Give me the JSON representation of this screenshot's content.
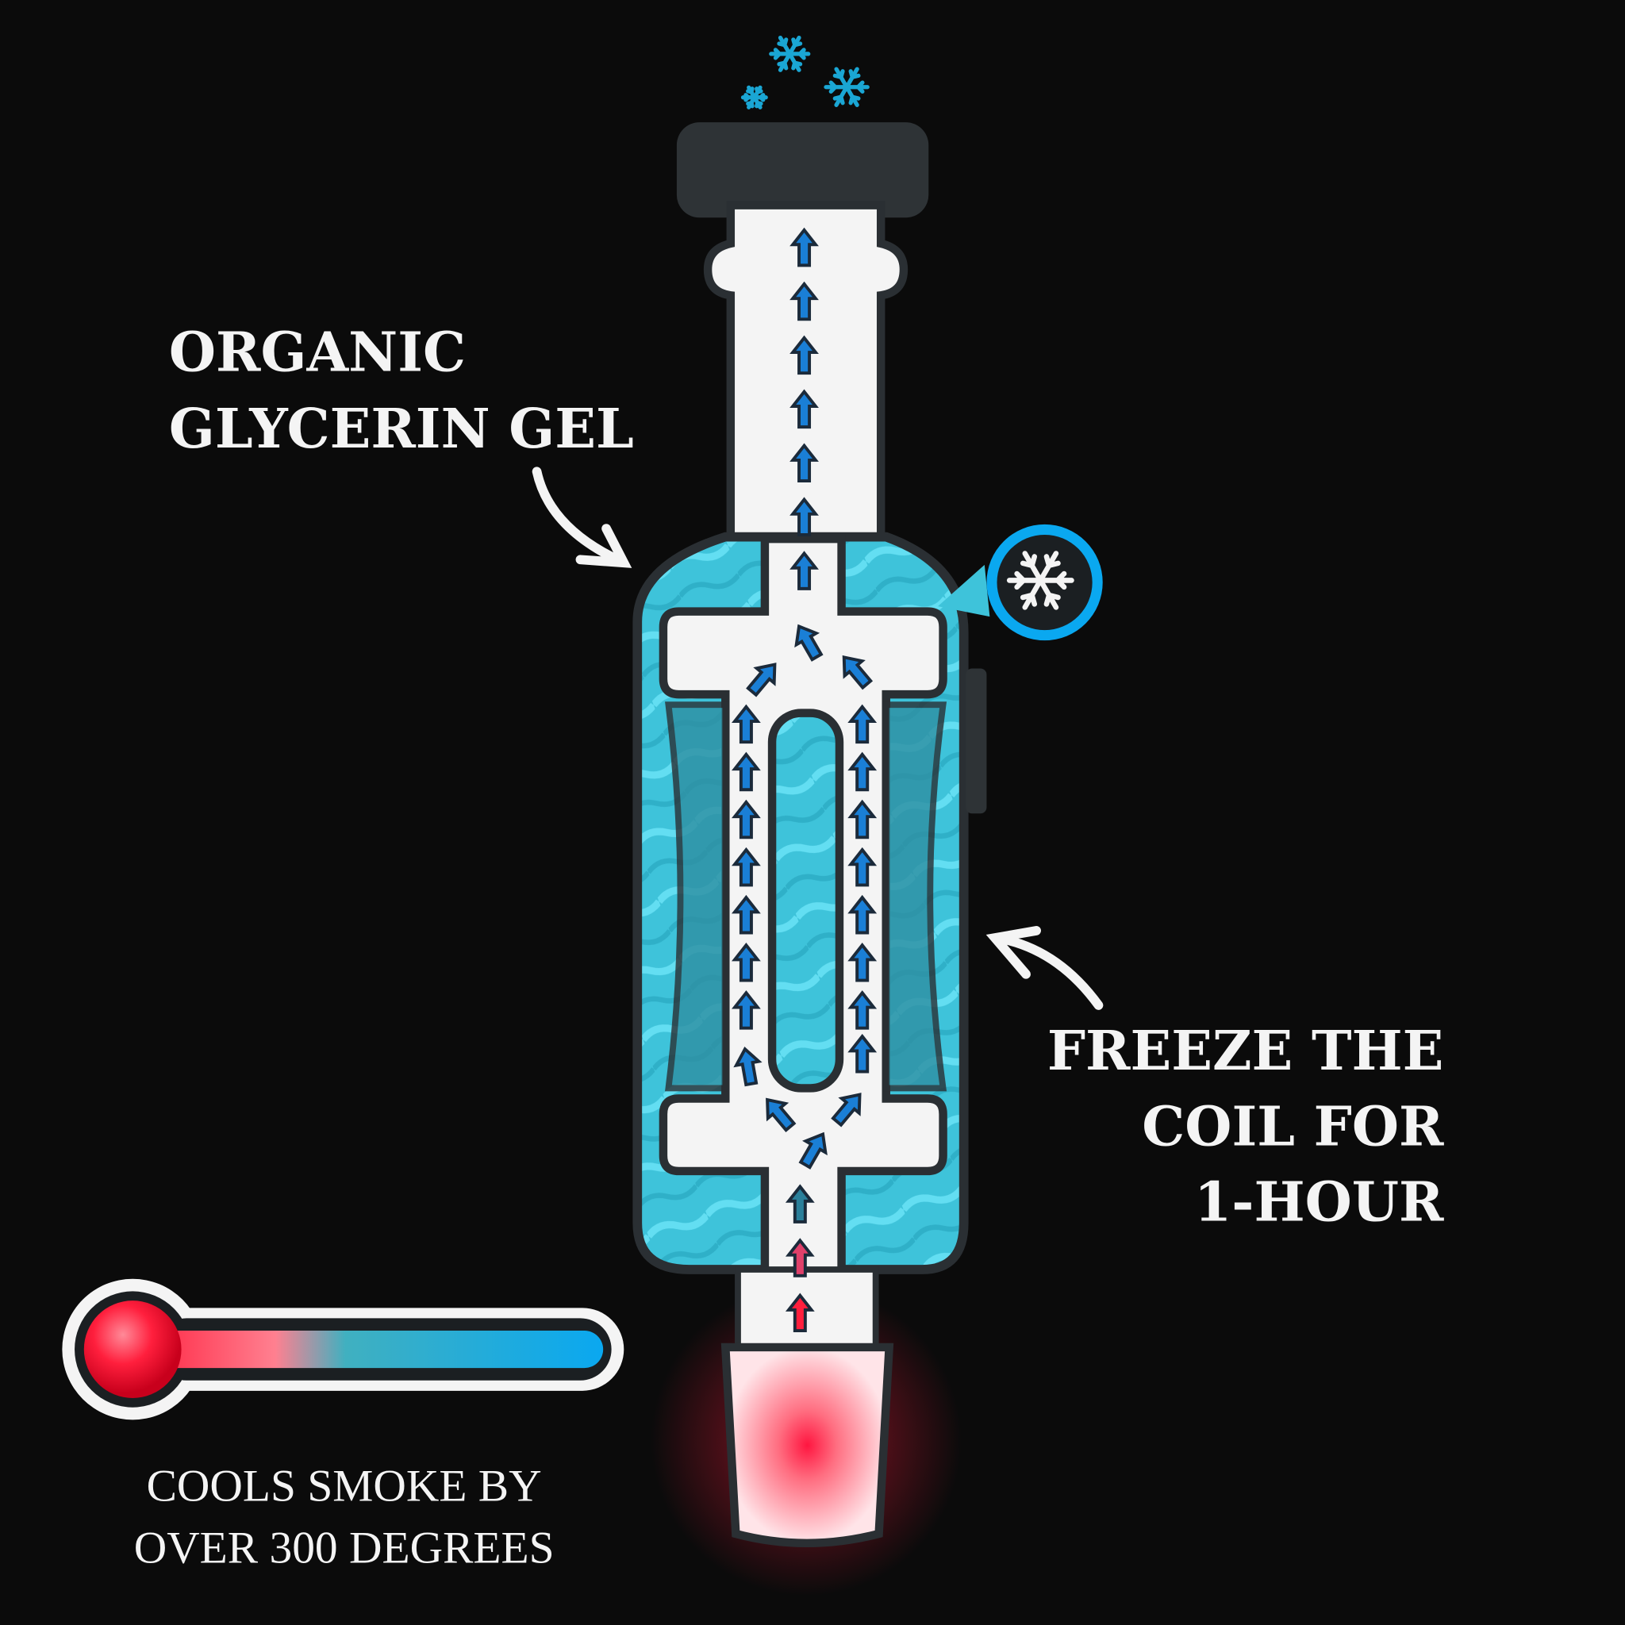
{
  "labels": {
    "gel_line1": "ORGANIC",
    "gel_line2": "GLYCERIN GEL",
    "freeze_line1": "FREEZE THE",
    "freeze_line2": "COIL FOR",
    "freeze_line3": "1-HOUR",
    "cools_line1": "COOLS SMOKE BY",
    "cools_line2": "OVER 300 DEGREES"
  },
  "colors": {
    "background": "#0b0b0b",
    "gel": "#3ec3da",
    "gel_wave": "#5fdcf0",
    "glass": "#f4f4f4",
    "outline": "#2a2f33",
    "arrow": "#1a7fd6",
    "hot": "#ff1f3d",
    "cold": "#0aa8f0"
  },
  "icons": [
    "snowflake-icon",
    "thermometer-icon",
    "arrow-icon",
    "flow-arrow-icon"
  ]
}
